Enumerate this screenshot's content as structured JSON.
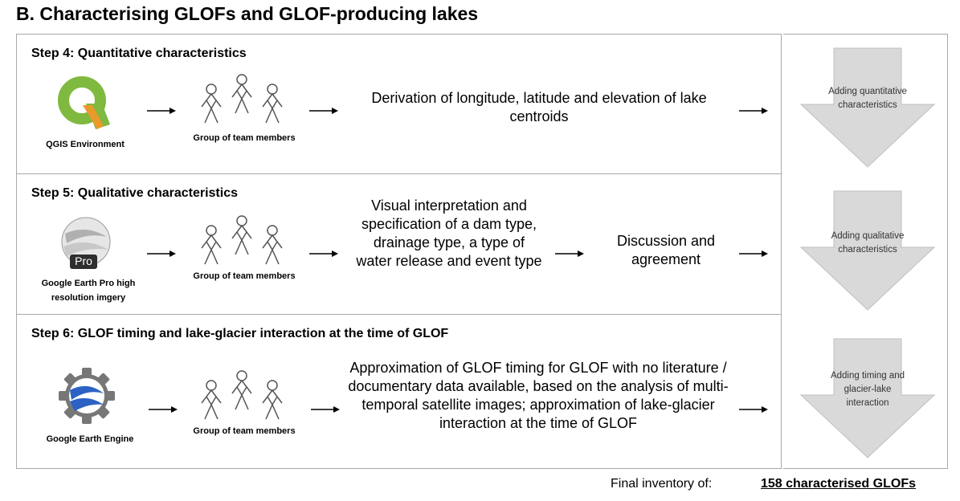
{
  "title": "B. Characterising GLOFs and GLOF-producing lakes",
  "steps": [
    {
      "title": "Step 4: Quantitative characteristics",
      "source_caption": "QGIS Environment",
      "source_icon": "qgis-logo-icon",
      "group_caption": "Group of team members",
      "description": "Derivation of longitude, latitude and elevation of lake centroids",
      "arrow_label": "Adding quantitative characteristics"
    },
    {
      "title": "Step 5: Qualitative characteristics",
      "source_caption": "Google Earth Pro high resolution imgery",
      "source_icon": "google-earth-pro-icon",
      "badge": "Pro",
      "group_caption": "Group of team members",
      "description": "Visual interpretation and specification of a dam type, drainage type, a type of water release and event type",
      "discussion": "Discussion and agreement",
      "arrow_label": "Adding qualitative characteristics"
    },
    {
      "title": "Step 6: GLOF timing and lake-glacier interaction at the time of GLOF",
      "source_caption": "Google Earth Engine",
      "source_icon": "google-earth-engine-icon",
      "group_caption": "Group of team members",
      "description": "Approximation of GLOF timing for GLOF with no literature / documentary data available, based on the analysis of multi-temporal satellite images; approximation of lake-glacier interaction at the time of GLOF",
      "arrow_label": "Adding timing and glacier-lake interaction"
    }
  ],
  "final": {
    "label": "Final inventory of:",
    "value": "158 characterised GLOFs"
  },
  "colors": {
    "border": "#a9a9a9",
    "block_arrow_fill": "#d9d9d9",
    "qgis_green": "#7fb93f",
    "qgis_orange": "#e99a2b",
    "earth_blue": "#2b62c4"
  }
}
